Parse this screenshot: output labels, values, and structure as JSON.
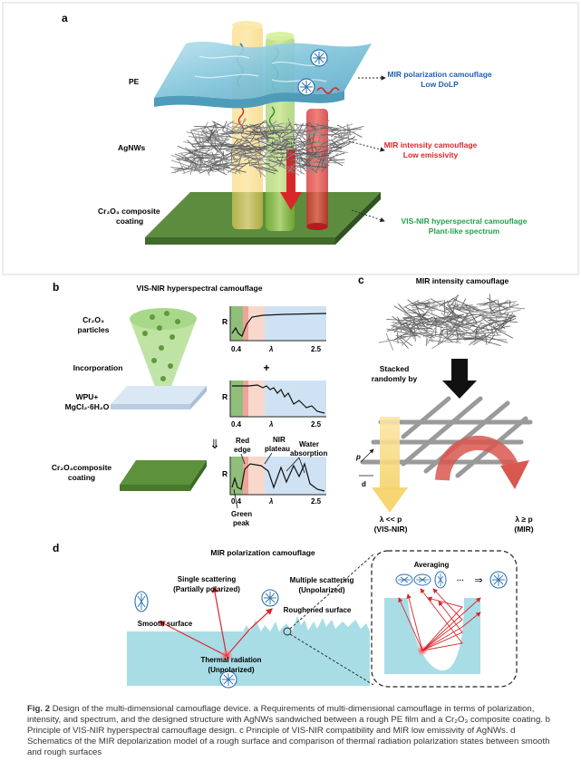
{
  "figure": {
    "panel_a": {
      "letter": "a",
      "layers": {
        "pe": "PE",
        "agnws": "AgNWs",
        "coating_line1": "Cr₂O₃ composite",
        "coating_line2": "coating"
      },
      "annotations": {
        "mir_polarization_title": "MIR polarization camouflage",
        "mir_polarization_sub": "Low DoLP",
        "mir_intensity_title": "MIR intensity camouflage",
        "mir_intensity_sub": "Low emissivity",
        "visnir_title": "VIS-NIR hyperspectral camouflage",
        "visnir_sub": "Plant-like spectrum"
      },
      "colors": {
        "blue_text": "#1f5fae",
        "red_text": "#d9262a",
        "green_text": "#22a14a",
        "pe_film": "#8fc9dd",
        "coating": "#4a7a35"
      }
    },
    "panel_b": {
      "letter": "b",
      "title": "VIS-NIR hyperspectral camouflage",
      "cr2o3_particles_line1": "Cr₂O₃",
      "cr2o3_particles_line2": "particles",
      "incorporation": "Incorporation",
      "wpu_line1": "WPU+",
      "wpu_line2": "MgCl₂·6H₂O",
      "composite_line1": "Cr₂O₃composite",
      "composite_line2": "coating",
      "plus": "+",
      "down_arrow": "⇓",
      "spectra": [
        {
          "y_label": "R",
          "x_label": "λ",
          "x_ticks": [
            "0.4",
            "2.5"
          ]
        },
        {
          "y_label": "R",
          "x_label": "λ",
          "x_ticks": [
            "0.4",
            "2.5"
          ]
        },
        {
          "y_label": "R",
          "x_label": "λ",
          "x_ticks": [
            "0.4",
            "2.5"
          ]
        }
      ],
      "spectrum_labels": {
        "red_edge_line1": "Red",
        "red_edge_line2": "edge",
        "nir_plateau_line1": "NIR",
        "nir_plateau_line2": "plateau",
        "water_line1": "Water",
        "water_line2": "absorption",
        "green_peak_line1": "Green",
        "green_peak_line2": "peak"
      }
    },
    "panel_c": {
      "letter": "c",
      "title": "MIR intensity camouflage",
      "stacked_line1": "Stacked",
      "stacked_line2": "randomly by",
      "p_label": "p",
      "d_label": "d",
      "left_arrow_line1": "λ << p",
      "left_arrow_line2": "(VIS-NIR)",
      "right_arrow_line1": "λ ≥ p",
      "right_arrow_line2": "(MIR)"
    },
    "panel_d": {
      "letter": "d",
      "title": "MIR polarization camouflage",
      "single_line1": "Single scattering",
      "single_line2": "(Partially polarized)",
      "multiple_line1": "Multiple scattering",
      "multiple_line2": "(Unpolarized)",
      "smooth_surface": "Smooth surface",
      "roughened_surface": "Roughened surface",
      "thermal_line1": "Thermal radiation",
      "thermal_line2": "(Unpolarized)",
      "averaging": "Averaging",
      "ellipsis": "···",
      "implies": "⇒"
    }
  },
  "caption": {
    "label": "Fig. 2",
    "text": " Design of the multi-dimensional camouflage device. a Requirements of multi-dimensional camouflage in terms of polarization, intensity, and spectrum, and the designed structure with AgNWs sandwiched between a rough PE film and a Cr₂O₃ composite coating. b Principle of VIS-NIR hyperspectral camouflage design. c Principle of VIS-NIR compatibility and MIR low emissivity of AgNWs. d Schematics of the MIR depolarization model of a rough surface and comparison of thermal radiation polarization states between smooth and rough surfaces"
  }
}
